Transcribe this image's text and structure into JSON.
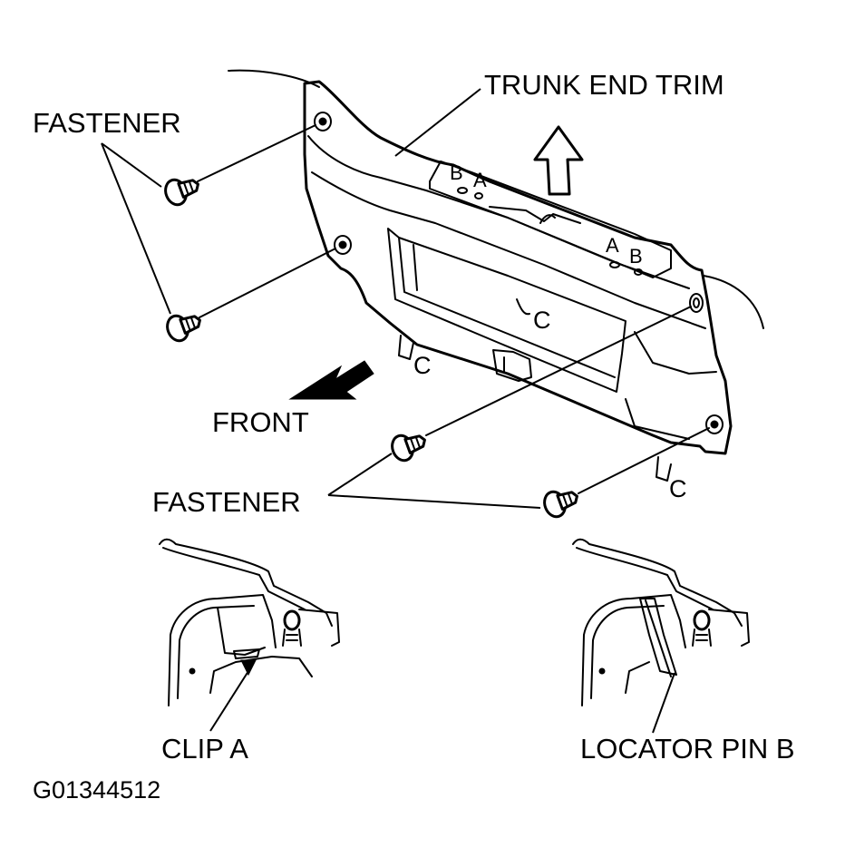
{
  "labels": {
    "trunk_end_trim": "TRUNK END TRIM",
    "fastener_top": "FASTENER",
    "fastener_bottom": "FASTENER",
    "front": "FRONT",
    "clip_a": "CLIP A",
    "locator_pin_b": "LOCATOR PIN B",
    "figure_code": "G01344512"
  },
  "callouts": {
    "b_left": "B",
    "a_left": "A",
    "a_right": "A",
    "b_right": "B",
    "c_center": "C",
    "c_left": "C",
    "c_right": "C"
  },
  "icons": [
    "fastener-icon",
    "up-arrow-icon",
    "front-arrow-icon"
  ]
}
